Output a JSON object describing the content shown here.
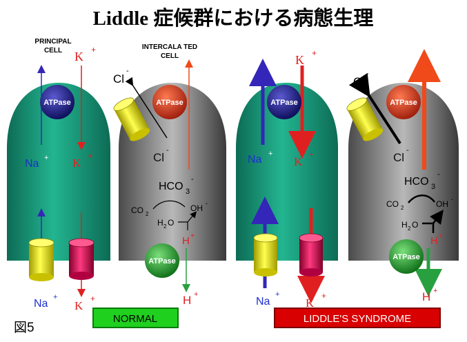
{
  "title": "Liddle 症候群における病態生理",
  "figure_label": "図5",
  "panel_labels": {
    "principal_cell_l1": "PRINCIPAL",
    "principal_cell_l2": "CELL",
    "intercalated_cell_l1": "INTERCALA TED",
    "intercalated_cell_l2": "CELL"
  },
  "legend": {
    "normal": "NORMAL",
    "liddle": "LIDDLE'S SYNDROME"
  },
  "ions": {
    "k": "K",
    "na": "Na",
    "cl": "Cl",
    "h": "H",
    "hco3": "HCO",
    "hco3_sub": "3",
    "co2": "CO",
    "co2_sub": "2",
    "oh": "OH",
    "h2o": "H",
    "h2o_sub": "2",
    "h2o_tail": "O",
    "plus": "+",
    "minus": "-"
  },
  "pump_label": "ATPase",
  "colors": {
    "principal_cell": "#1a9a7a",
    "intercalated_cell": "#8c8c8c",
    "atpase_blue": "#1a1a7a",
    "atpase_red": "#c0301a",
    "atpase_green": "#1a9a2a",
    "na_arrow": "#3326b8",
    "k_arrow": "#e02020",
    "h_arrow": "#28a040",
    "hco3_arrow": "#f04a1a",
    "channel_yellow": "#e8e020",
    "channel_red": "#d01050",
    "normal_bar": "#1fd01f",
    "liddle_bar": "#d80000"
  }
}
